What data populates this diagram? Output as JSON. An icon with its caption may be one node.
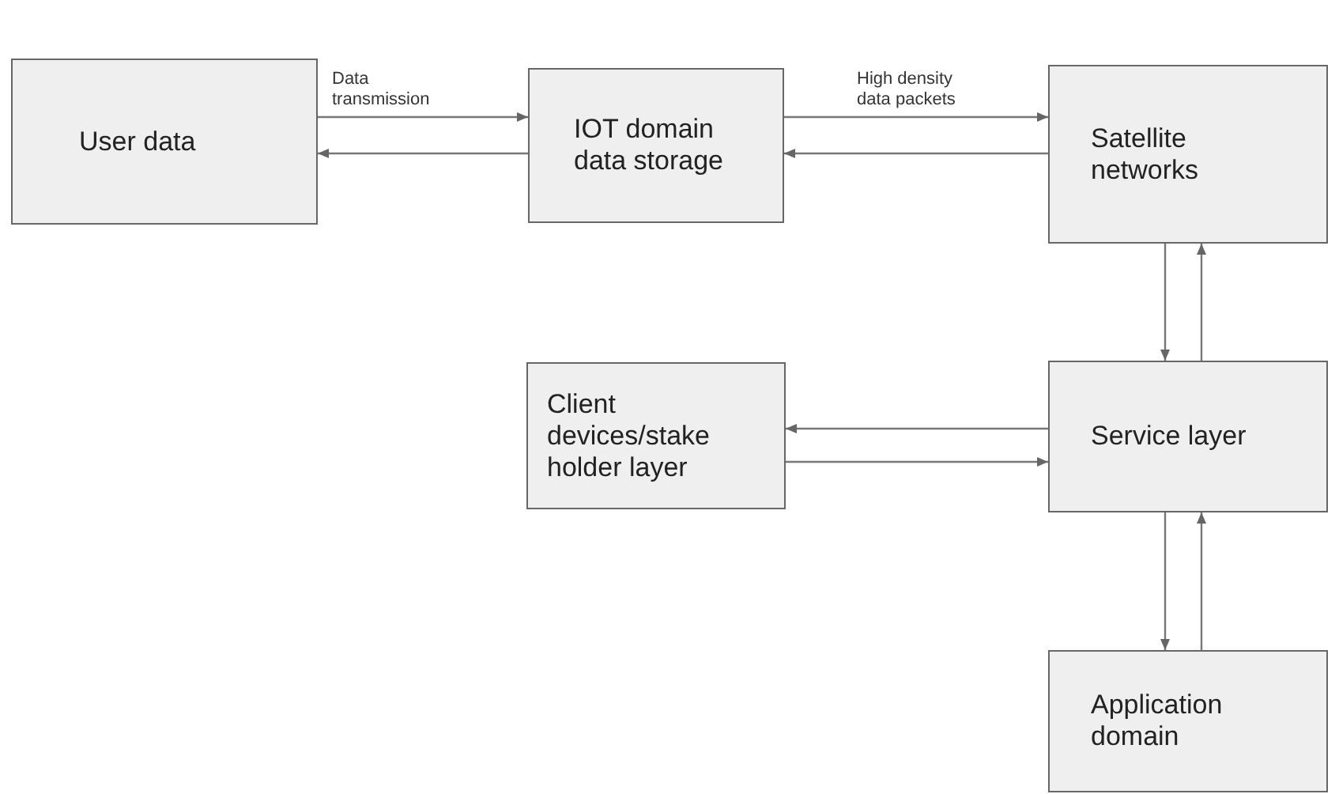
{
  "diagram": {
    "nodes": [
      {
        "text": [
          "User data"
        ]
      },
      {
        "text": [
          "IOT domain data storage"
        ]
      },
      {
        "text": [
          "Satellite networks"
        ]
      },
      {
        "text": [
          "Client devices/stake holder layer"
        ]
      },
      {
        "text": [
          "Service layer"
        ]
      },
      {
        "text": [
          "Application domain"
        ]
      }
    ],
    "edges": [
      {
        "from": 0,
        "to": 1,
        "arrow": "to",
        "label": "Data transmission"
      },
      {
        "from": 1,
        "to": 0,
        "arrow": "to"
      },
      {
        "from": 1,
        "to": 2,
        "arrow": "to",
        "label": "High density data packets"
      },
      {
        "from": 2,
        "to": 1,
        "arrow": "to"
      },
      {
        "from": 2,
        "to": 4,
        "arrow": "to"
      },
      {
        "from": 4,
        "to": 2,
        "arrow": "to"
      },
      {
        "from": 4,
        "to": 3,
        "arrow": "to"
      },
      {
        "from": 3,
        "to": 4,
        "arrow": "to"
      },
      {
        "from": 4,
        "to": 5,
        "arrow": "to"
      },
      {
        "from": 5,
        "to": 4,
        "arrow": "to"
      }
    ]
  }
}
